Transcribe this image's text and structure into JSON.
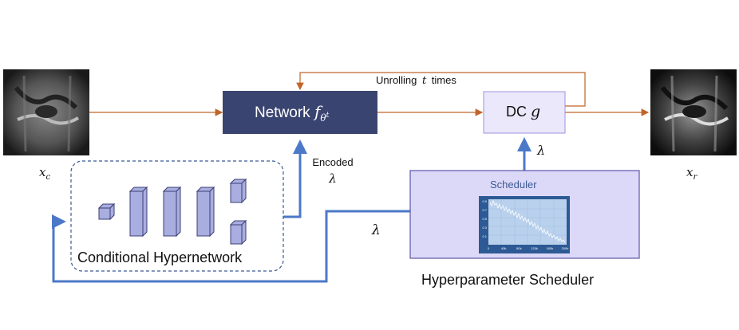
{
  "images": {
    "input": {
      "label_var": "x",
      "label_sub": "c"
    },
    "output": {
      "label_var": "x",
      "label_sub": "r"
    }
  },
  "network": {
    "label": "Network",
    "symbol": "f",
    "sub": "θ",
    "sup": "t",
    "fill": "#3a4470"
  },
  "dc": {
    "label": "DC",
    "symbol": "g",
    "fill": "#ece8fb"
  },
  "unroll": {
    "text": "Unrolling",
    "var": "t",
    "suffix": "times"
  },
  "encoded": {
    "text": "Encoded",
    "var": "λ"
  },
  "lambda_dc": "λ",
  "lambda_sched": "λ",
  "hypernetwork": {
    "label": "Conditional Hypernetwork"
  },
  "scheduler": {
    "title": "Scheduler",
    "caption": "Hyperparameter Scheduler",
    "fill": "#dcd8f8",
    "plot": {
      "type": "line",
      "x_ticks": [
        "0",
        "40k",
        "80k",
        "120k",
        "160k",
        "200k"
      ],
      "y_ticks": [
        "0.9",
        "0.7",
        "0.5",
        "0.3",
        "0.1"
      ]
    }
  },
  "colors": {
    "orange_arrow": "#c0652a",
    "blue_arrow": "#4c78c8",
    "cube_fill": "#a9aee0"
  }
}
